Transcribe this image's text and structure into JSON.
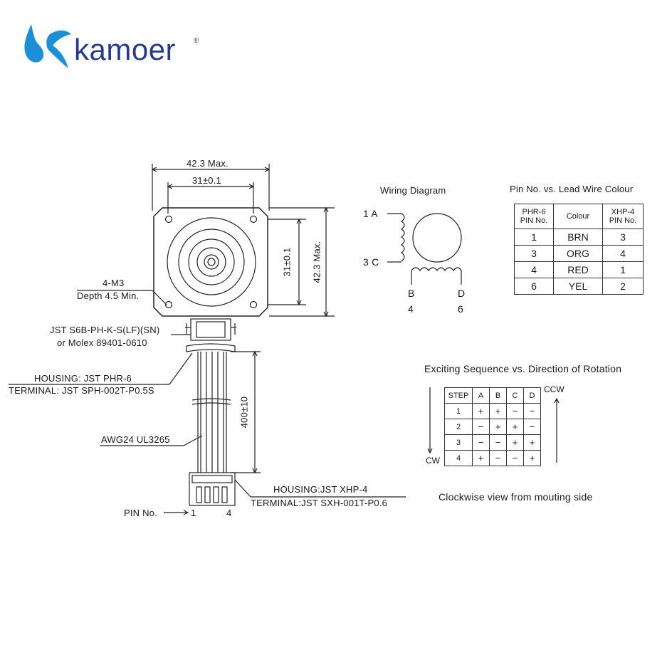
{
  "brand": {
    "name": "kamoer",
    "registered": "®",
    "color": "#2a3b8c",
    "accent": "#1e8fd6"
  },
  "dimensions": {
    "width_max": "42.3 Max.",
    "hole_spacing_h": "31±0.1",
    "hole_spacing_v": "31±0.1",
    "height_max": "42.3 Max.",
    "screw": "4-M3",
    "screw_depth": "Depth 4.5 Min.",
    "connector_1": "JST S6B-PH-K-S(LF)(SN)",
    "connector_2": "or Molex 89401-0610",
    "housing_1": "HOUSING: JST PHR-6",
    "terminal_1": "TERMINAL: JST SPH-002T-P0.5S",
    "cable_length": "400±10",
    "wire": "AWG24 UL3265",
    "housing_2": "HOUSING:JST XHP-4",
    "terminal_2": "TERMINAL:JST SXH-001T-P0.6",
    "pin_label": "PIN No.",
    "pin_first": "1",
    "pin_last": "4"
  },
  "wiring": {
    "title": "Wiring Diagram",
    "top_label": "1 A",
    "mid_label": "3 C",
    "b_label": "B",
    "b_num": "4",
    "d_label": "D",
    "d_num": "6"
  },
  "pin_table": {
    "title": "Pin No. vs. Lead Wire Colour",
    "headers": [
      "PHR-6\nPIN No.",
      "Colour",
      "XHP-4\nPIN No."
    ],
    "rows": [
      [
        "1",
        "BRN",
        "3"
      ],
      [
        "3",
        "ORG",
        "4"
      ],
      [
        "4",
        "RED",
        "1"
      ],
      [
        "6",
        "YEL",
        "2"
      ]
    ]
  },
  "sequence": {
    "title": "Exciting Sequence vs. Direction of Rotation",
    "headers": [
      "STEP",
      "A",
      "B",
      "C",
      "D"
    ],
    "rows": [
      [
        "1",
        "+",
        "+",
        "−",
        "−"
      ],
      [
        "2",
        "−",
        "+",
        "+",
        "−"
      ],
      [
        "3",
        "−",
        "−",
        "+",
        "+"
      ],
      [
        "4",
        "+",
        "−",
        "−",
        "+"
      ]
    ],
    "ccw": "CCW",
    "cw": "CW",
    "note": "Clockwise view from mouting side"
  }
}
